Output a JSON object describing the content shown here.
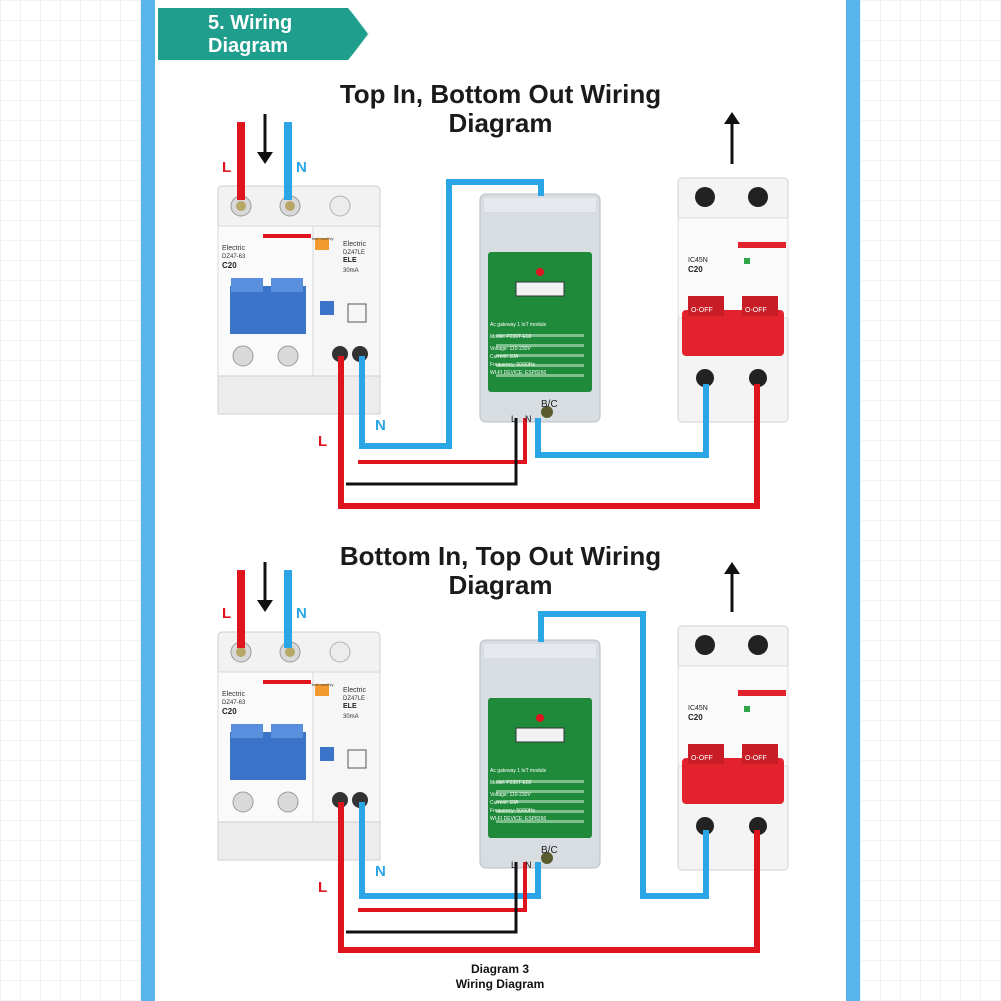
{
  "section_badge": {
    "number": "5.",
    "line1": "5. Wiring",
    "line2": "Diagram"
  },
  "diagrams": [
    {
      "title_line1": "Top In, Bottom Out Wiring",
      "title_line2": "Diagram",
      "supply_labels": {
        "live": "L",
        "neutral": "N"
      },
      "rcbo_out_labels": {
        "live": "L",
        "neutral": "N"
      },
      "module_terminals": {
        "live": "L",
        "neutral": "N",
        "button": "B/C"
      }
    },
    {
      "title_line1": "Bottom In, Top Out Wiring",
      "title_line2": "Diagram",
      "supply_labels": {
        "live": "L",
        "neutral": "N"
      },
      "rcbo_out_labels": {
        "live": "L",
        "neutral": "N"
      },
      "module_terminals": {
        "live": "L",
        "neutral": "N",
        "button": "B/C"
      }
    }
  ],
  "rcbo": {
    "brand": "Electric",
    "model": "DZ47-63",
    "rating": "C20",
    "rcd_brand": "Electric",
    "rcd_model": "DZ47LE",
    "rcd_type": "ELE",
    "rcd_current": "30mA",
    "test_label": "test monthly"
  },
  "module": {
    "line1": "Ac gateway 1 IoT module",
    "line2": "Model: P230T-E02",
    "line3": "Voltage: 110-230V",
    "line4": "Current: 10A",
    "line5": "Frequency: 50/60Hz",
    "line6": "WI-FI DEVICE: ESP8266"
  },
  "mcb": {
    "model": "IC45N",
    "rating": "C20",
    "off_label": "O-OFF"
  },
  "caption": {
    "line1": "Diagram 3",
    "line2": "Wiring Diagram"
  },
  "colors": {
    "live": "#e0141e",
    "neutral": "#2aa6e6",
    "neutral_wire_dark": "#111111",
    "badge": "#1f9e8d",
    "module_green": "#1e8a3a",
    "mcb_red": "#e2232e",
    "rcbo_blue": "#3b73c8"
  }
}
